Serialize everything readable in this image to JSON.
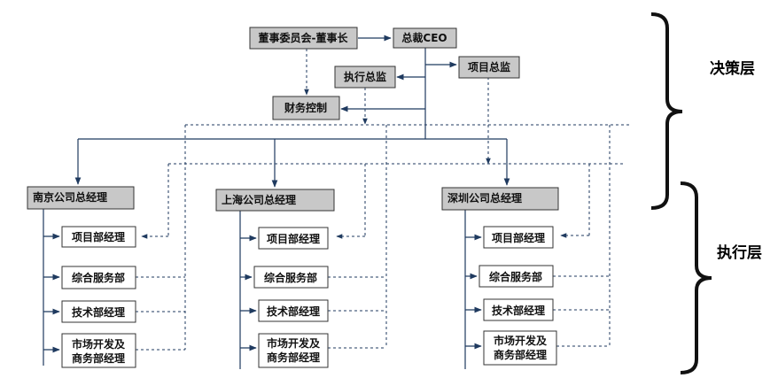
{
  "diagram": {
    "nodes": {
      "board": "董事委员会-董事长",
      "ceo": "总裁CEO",
      "exec_director": "执行总监",
      "project_director": "项目总监",
      "finance": "财务控制",
      "nanjing_gm": "南京公司总经理",
      "shanghai_gm": "上海公司总经理",
      "shenzhen_gm": "深圳公司总经理",
      "nanjing_project_mgr": "项目部经理",
      "nanjing_service_dept": "综合服务部",
      "nanjing_tech_mgr": "技术部经理",
      "nanjing_market_mgr_line1": "市场开发及",
      "nanjing_market_mgr_line2": "商务部经理",
      "shanghai_project_mgr": "项目部经理",
      "shanghai_service_dept": "综合服务部",
      "shanghai_tech_mgr": "技术部经理",
      "shanghai_market_mgr_line1": "市场开发及",
      "shanghai_market_mgr_line2": "商务部经理",
      "shenzhen_project_mgr": "项目部经理",
      "shenzhen_service_dept": "综合服务部",
      "shenzhen_tech_mgr": "技术部经理",
      "shenzhen_market_mgr_line1": "市场开发及",
      "shenzhen_market_mgr_line2": "商务部经理"
    },
    "layers": {
      "decision": "决策层",
      "execution": "执行层"
    },
    "colors": {
      "line": "#1f3a5f",
      "gray_fill": "#c8c8c8",
      "box_border": "#333333"
    }
  }
}
